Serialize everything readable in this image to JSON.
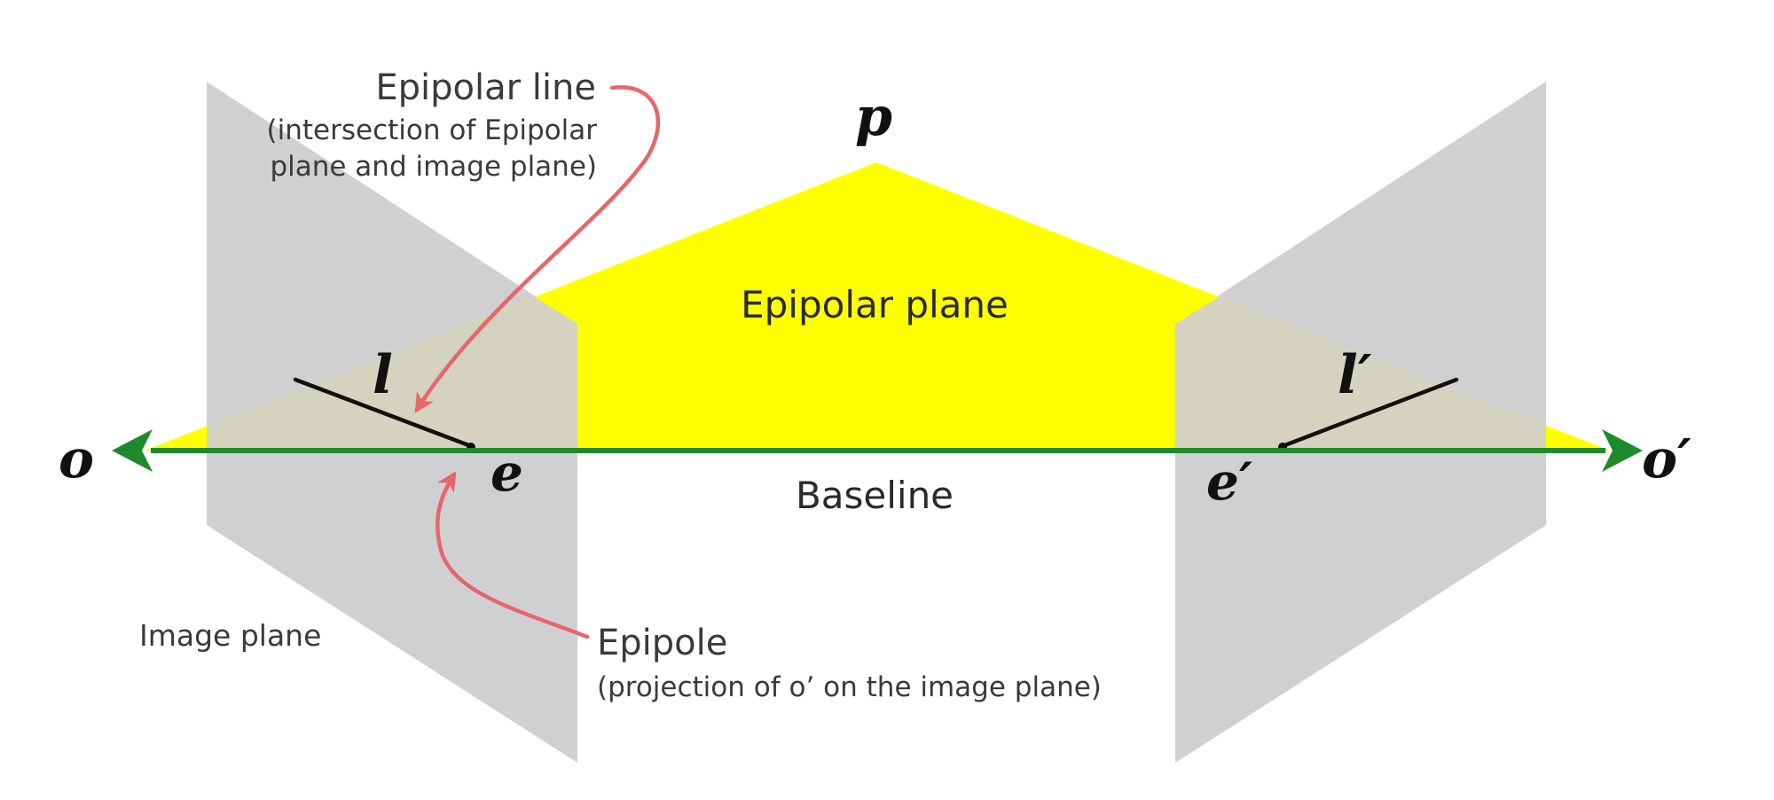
{
  "colors": {
    "background": "#ffffff",
    "image_plane": "#cfd0d2",
    "epipolar_plane": "#ffff00",
    "overlap": "#d3d3c0",
    "baseline": "#1f8a2c",
    "annotation_arrow": "#e8666a",
    "epipolar_line": "#111111",
    "text": "#3a3a3a"
  },
  "labels": {
    "p": "p",
    "o": "o",
    "o_prime": "o′",
    "e": "e",
    "e_prime": "e′",
    "l": "l",
    "l_prime": "l′",
    "epipolar_plane": "Epipolar plane",
    "baseline": "Baseline",
    "image_plane": "Image plane",
    "epipolar_line_title": "Epipolar line",
    "epipolar_line_desc_1": "(intersection of Epipolar",
    "epipolar_line_desc_2": "plane and image plane)",
    "epipole_title": "Epipole",
    "epipole_desc": "(projection of o’ on the image plane)"
  },
  "icons": {
    "baseline_arrows": "double-headed-arrow",
    "annotation_arrows": "curved-arrow"
  }
}
